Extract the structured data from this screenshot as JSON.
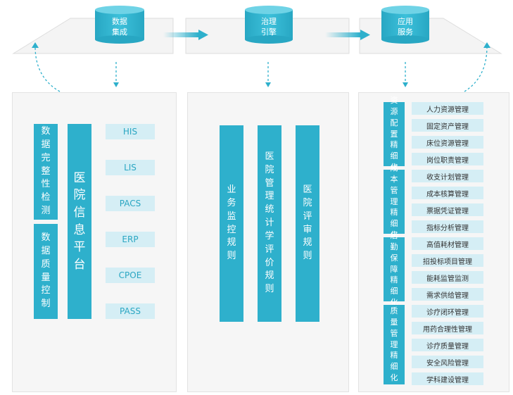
{
  "top_nodes": [
    {
      "label": "数据\n集成"
    },
    {
      "label": "治理\n引擎"
    },
    {
      "label": "应用\n服务"
    }
  ],
  "left_panel": {
    "integrity_check": "数据完整性检测",
    "quality_control": "数据质量控制",
    "platform": "医院信息平台",
    "systems": [
      "HIS",
      "LIS",
      "PACS",
      "ERP",
      "CPOE",
      "PASS"
    ]
  },
  "middle_panel": {
    "rules": [
      "业务监控规则",
      "医院管理统计学评价规则",
      "医院评审规则"
    ]
  },
  "right_panel": {
    "groups": [
      {
        "label": "资源配置精细化",
        "items": [
          "人力资源管理",
          "固定资产管理",
          "床位资源管理",
          "岗位职责管理"
        ]
      },
      {
        "label": "成本管理精细化",
        "items": [
          "收支计划管理",
          "成本核算管理",
          "票据凭证管理",
          "指标分析管理"
        ]
      },
      {
        "label": "后勤保障精细化",
        "items": [
          "高值耗材管理",
          "招投标项目管理",
          "能耗监管监测",
          "需求供给管理"
        ]
      },
      {
        "label": "质量管理精细化",
        "items": [
          "诊疗闭环管理",
          "用药合理性管理",
          "诊疗质量管理",
          "安全风险管理",
          "学科建设管理"
        ]
      }
    ]
  },
  "colors": {
    "primary": "#2eb0cc",
    "light": "#d5eef5",
    "panel": "#f6f6f6"
  }
}
